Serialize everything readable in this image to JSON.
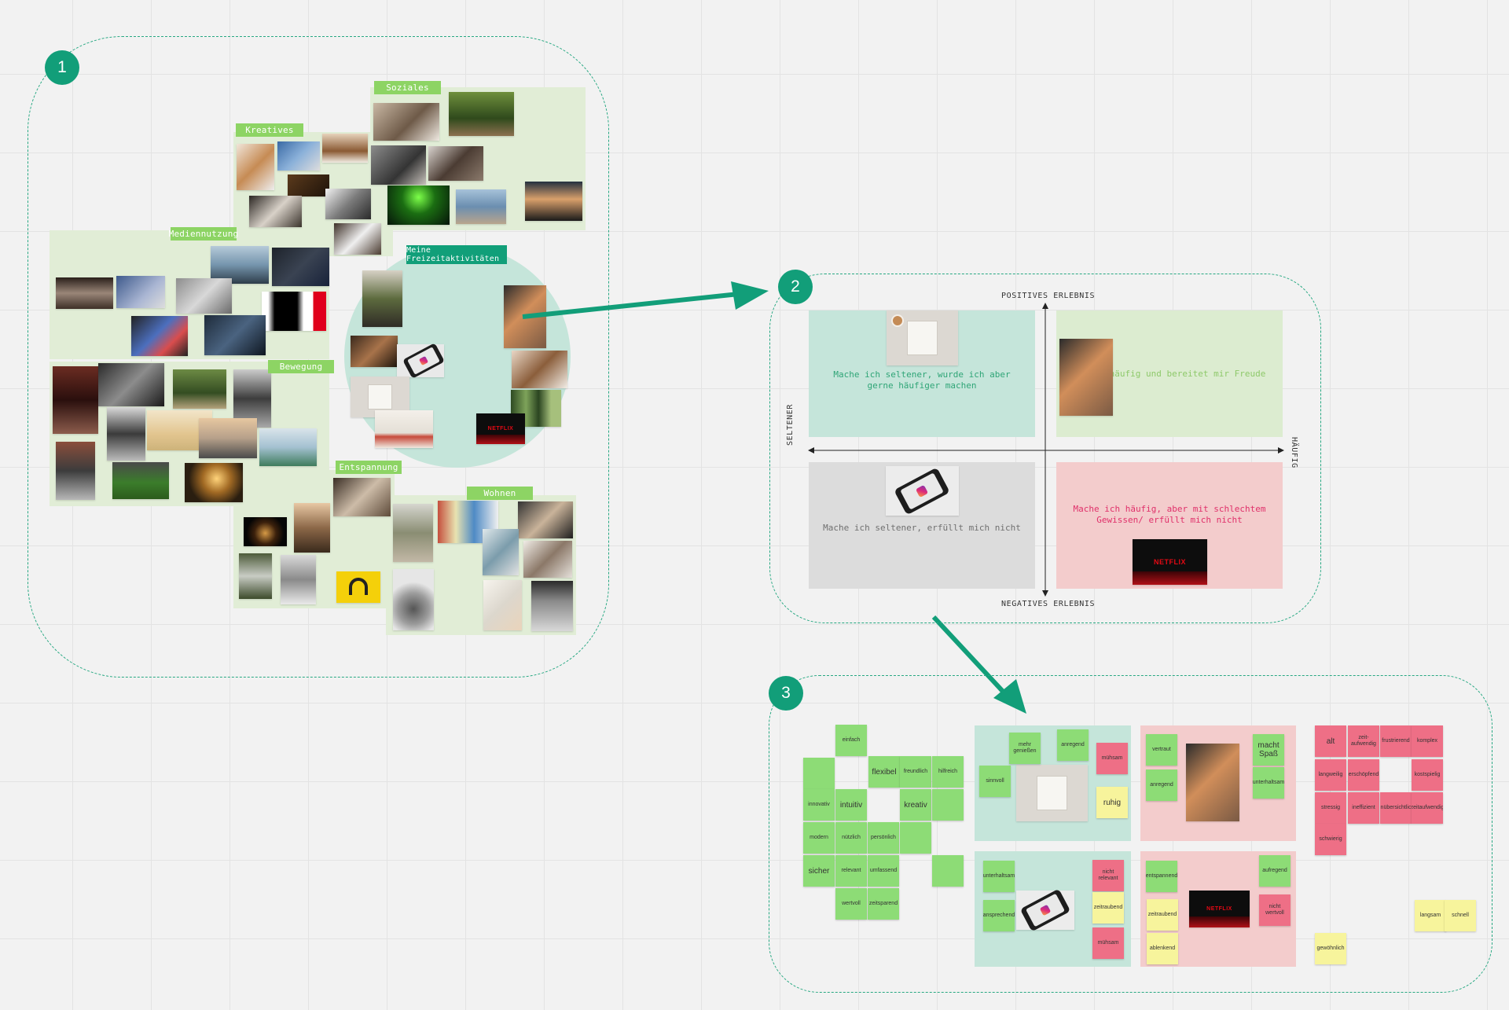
{
  "canvas": {
    "background": "#f2f2f2",
    "accent": "#129e79",
    "cluster_fill": "#e1edd6",
    "tag_fill": "#8dd464"
  },
  "section1": {
    "badge": "1",
    "categories": {
      "soziales": "Soziales",
      "kreatives": "Kreatives",
      "mediennutzung": "Mediennutzung",
      "bewegung": "Bewegung",
      "entspannung": "Entspannung",
      "wohnen": "Wohnen"
    },
    "center_label": "Meine Freizeitaktivitäten"
  },
  "section2": {
    "badge": "2",
    "axis_top": "POSITIVES ERLEBNIS",
    "axis_bottom": "NEGATIVES ERLEBNIS",
    "axis_left": "SELTENER",
    "axis_right": "HÄUFIG",
    "q_top_left": "Mache ich seltener, wurde ich aber gerne häufiger machen",
    "q_top_right": "häufig und bereitet mir Freude",
    "q_bottom_left": "Mache ich seltener, erfüllt mich nicht",
    "q_bottom_right": "Mache ich häufig, aber mit schlechtem Gewissen/ erfüllt mich nicht",
    "colors": {
      "top_left": "#c5e5da",
      "top_right": "#dcecd0",
      "bottom_left": "#dcdcdc",
      "bottom_right": "#f3cccc",
      "text_top_left": "#2fa577",
      "text_top_right": "#8ec96a",
      "text_bottom_left": "#707070",
      "text_bottom_right": "#e0306a"
    },
    "photo_labels": {
      "netflix": "NETFLIX"
    }
  },
  "section3": {
    "badge": "3",
    "green_notes": [
      "einfach",
      "flexibel",
      "freundlich",
      "hilfreich",
      "innovativ",
      "intuitiv",
      "kreativ",
      "modern",
      "nützlich",
      "persönlich",
      "sicher",
      "relevant",
      "umfassend",
      "wertvoll",
      "zeitsparend"
    ],
    "tl_notes": {
      "g1": "sinnvoll",
      "g2": "mehr genießen",
      "g3": "anregend",
      "r1": "mühsam",
      "y1": "ruhig"
    },
    "tr_notes": {
      "g1": "vertraut",
      "g2": "anregend",
      "g3": "macht Spaß",
      "g4": "unterhaltsam"
    },
    "bl_notes": {
      "g1": "unterhaltsam",
      "g2": "ansprechend",
      "r1": "nicht relevant",
      "y1": "zeitraubend",
      "r2": "mühsam"
    },
    "br_notes": {
      "g1": "entspannend",
      "g2": "aufregend",
      "y1": "zeitraubend",
      "r1": "nicht wertvoll",
      "y2": "ablenkend"
    },
    "red_notes": [
      "alt",
      "zeit-aufwendig",
      "frustrierend",
      "komplex",
      "langweilig",
      "erschöpfend",
      "kostspielig",
      "stressig",
      "ineffizient",
      "unübersichtlich",
      "zeitaufwendig",
      "schwierig"
    ],
    "yellow_notes": [
      "langsam",
      "schnell",
      "gewöhnlich"
    ]
  }
}
